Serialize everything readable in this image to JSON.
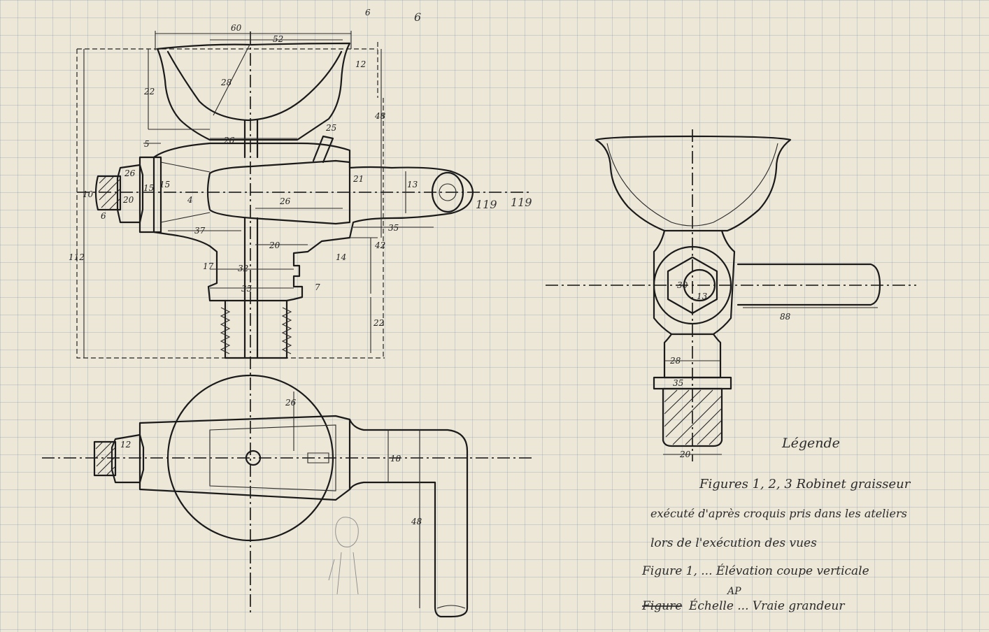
{
  "dimensions": {
    "width_top": "60",
    "width_inner": "52",
    "top_right_a": "6",
    "top_right_b": "6",
    "cup_radius": "28",
    "cup_height": "22",
    "rim": "12",
    "right_height": "48",
    "neck": "26",
    "lever_small": "25",
    "bolt_small": "5",
    "nut_a": "26",
    "nut_b": "20",
    "nut_c": "15",
    "nut_d": "15",
    "nut_e": "10",
    "nut_f": "6",
    "shank": "4",
    "plug_length": "26",
    "plug_small": "21",
    "handle_length": "35",
    "handle_dia": "13",
    "handle_pos": "119",
    "handle_pos_pencil": "119",
    "body_lower": "37",
    "body_step": "20",
    "lower_height": "42",
    "small_step": "14",
    "thread_a": "32",
    "thread_b": "35",
    "small_a": "17",
    "small_b": "7",
    "bottom_height": "22",
    "total_height": "112",
    "plan_nut": "12",
    "plan_radius": "26",
    "plan_mid": "18",
    "plan_handle": "48",
    "side_bolt_a": "30",
    "side_bolt_b": "13",
    "side_handle": "88",
    "side_neck": "28",
    "side_collar": "35",
    "side_thread": "20"
  },
  "notes": {
    "legend_heading": "Légende",
    "line1": "Figures 1, 2, 3   Robinet graisseur",
    "line2": "exécuté d'après croquis pris dans les ateliers",
    "line3": "lors de l'exécution des vues",
    "line4": "Figure 1, ...   Élévation coupe verticale",
    "line5_marker": "AP",
    "line6_struck": "Figure",
    "line6": "Échelle ...   Vraie grandeur"
  },
  "colors": {
    "paper": "#ede7d7",
    "grid": "#7f96b3",
    "ink": "#1a1a1a"
  }
}
